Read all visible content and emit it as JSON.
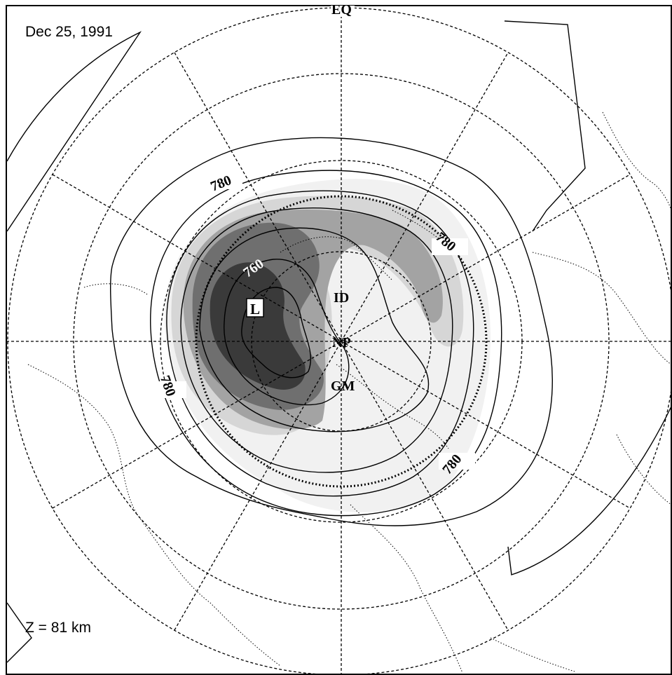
{
  "date": "Dec 25, 1991",
  "altitude": "Z = 81 km",
  "markers": {
    "equator": "EQ",
    "north_pole": "NP",
    "id": "ID",
    "gm": "GM",
    "low": "L"
  },
  "contour_labels": [
    "780",
    "760",
    "780",
    "780",
    "780"
  ],
  "projection": "polar-stereographic-north",
  "shading": [
    "#f1f1f1",
    "#d6d6d6",
    "#a3a3a3",
    "#6f6f6f",
    "#3a3a3a"
  ]
}
